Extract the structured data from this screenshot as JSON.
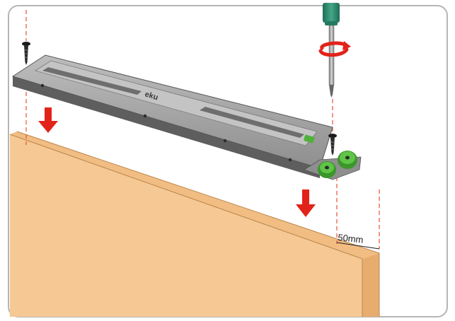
{
  "dimension": {
    "label": "50mm",
    "value_mm": 50
  },
  "logo": {
    "text": "eku"
  },
  "colors": {
    "frame_border": "#b5b5b5",
    "board_face": "#f5c894",
    "board_edge": "#e9b57a",
    "arrow_red": "#e2231a",
    "guide_dash": "#e8503a",
    "rail_top": "#a2a2a2",
    "rail_side": "#5e5e5e",
    "accent_green": "#4fb13a",
    "screwdriver_handle": "#2f8e73"
  },
  "icons": [
    "down-arrow-icon",
    "rotation-arrow-icon",
    "screwdriver-icon",
    "screw-icon"
  ]
}
